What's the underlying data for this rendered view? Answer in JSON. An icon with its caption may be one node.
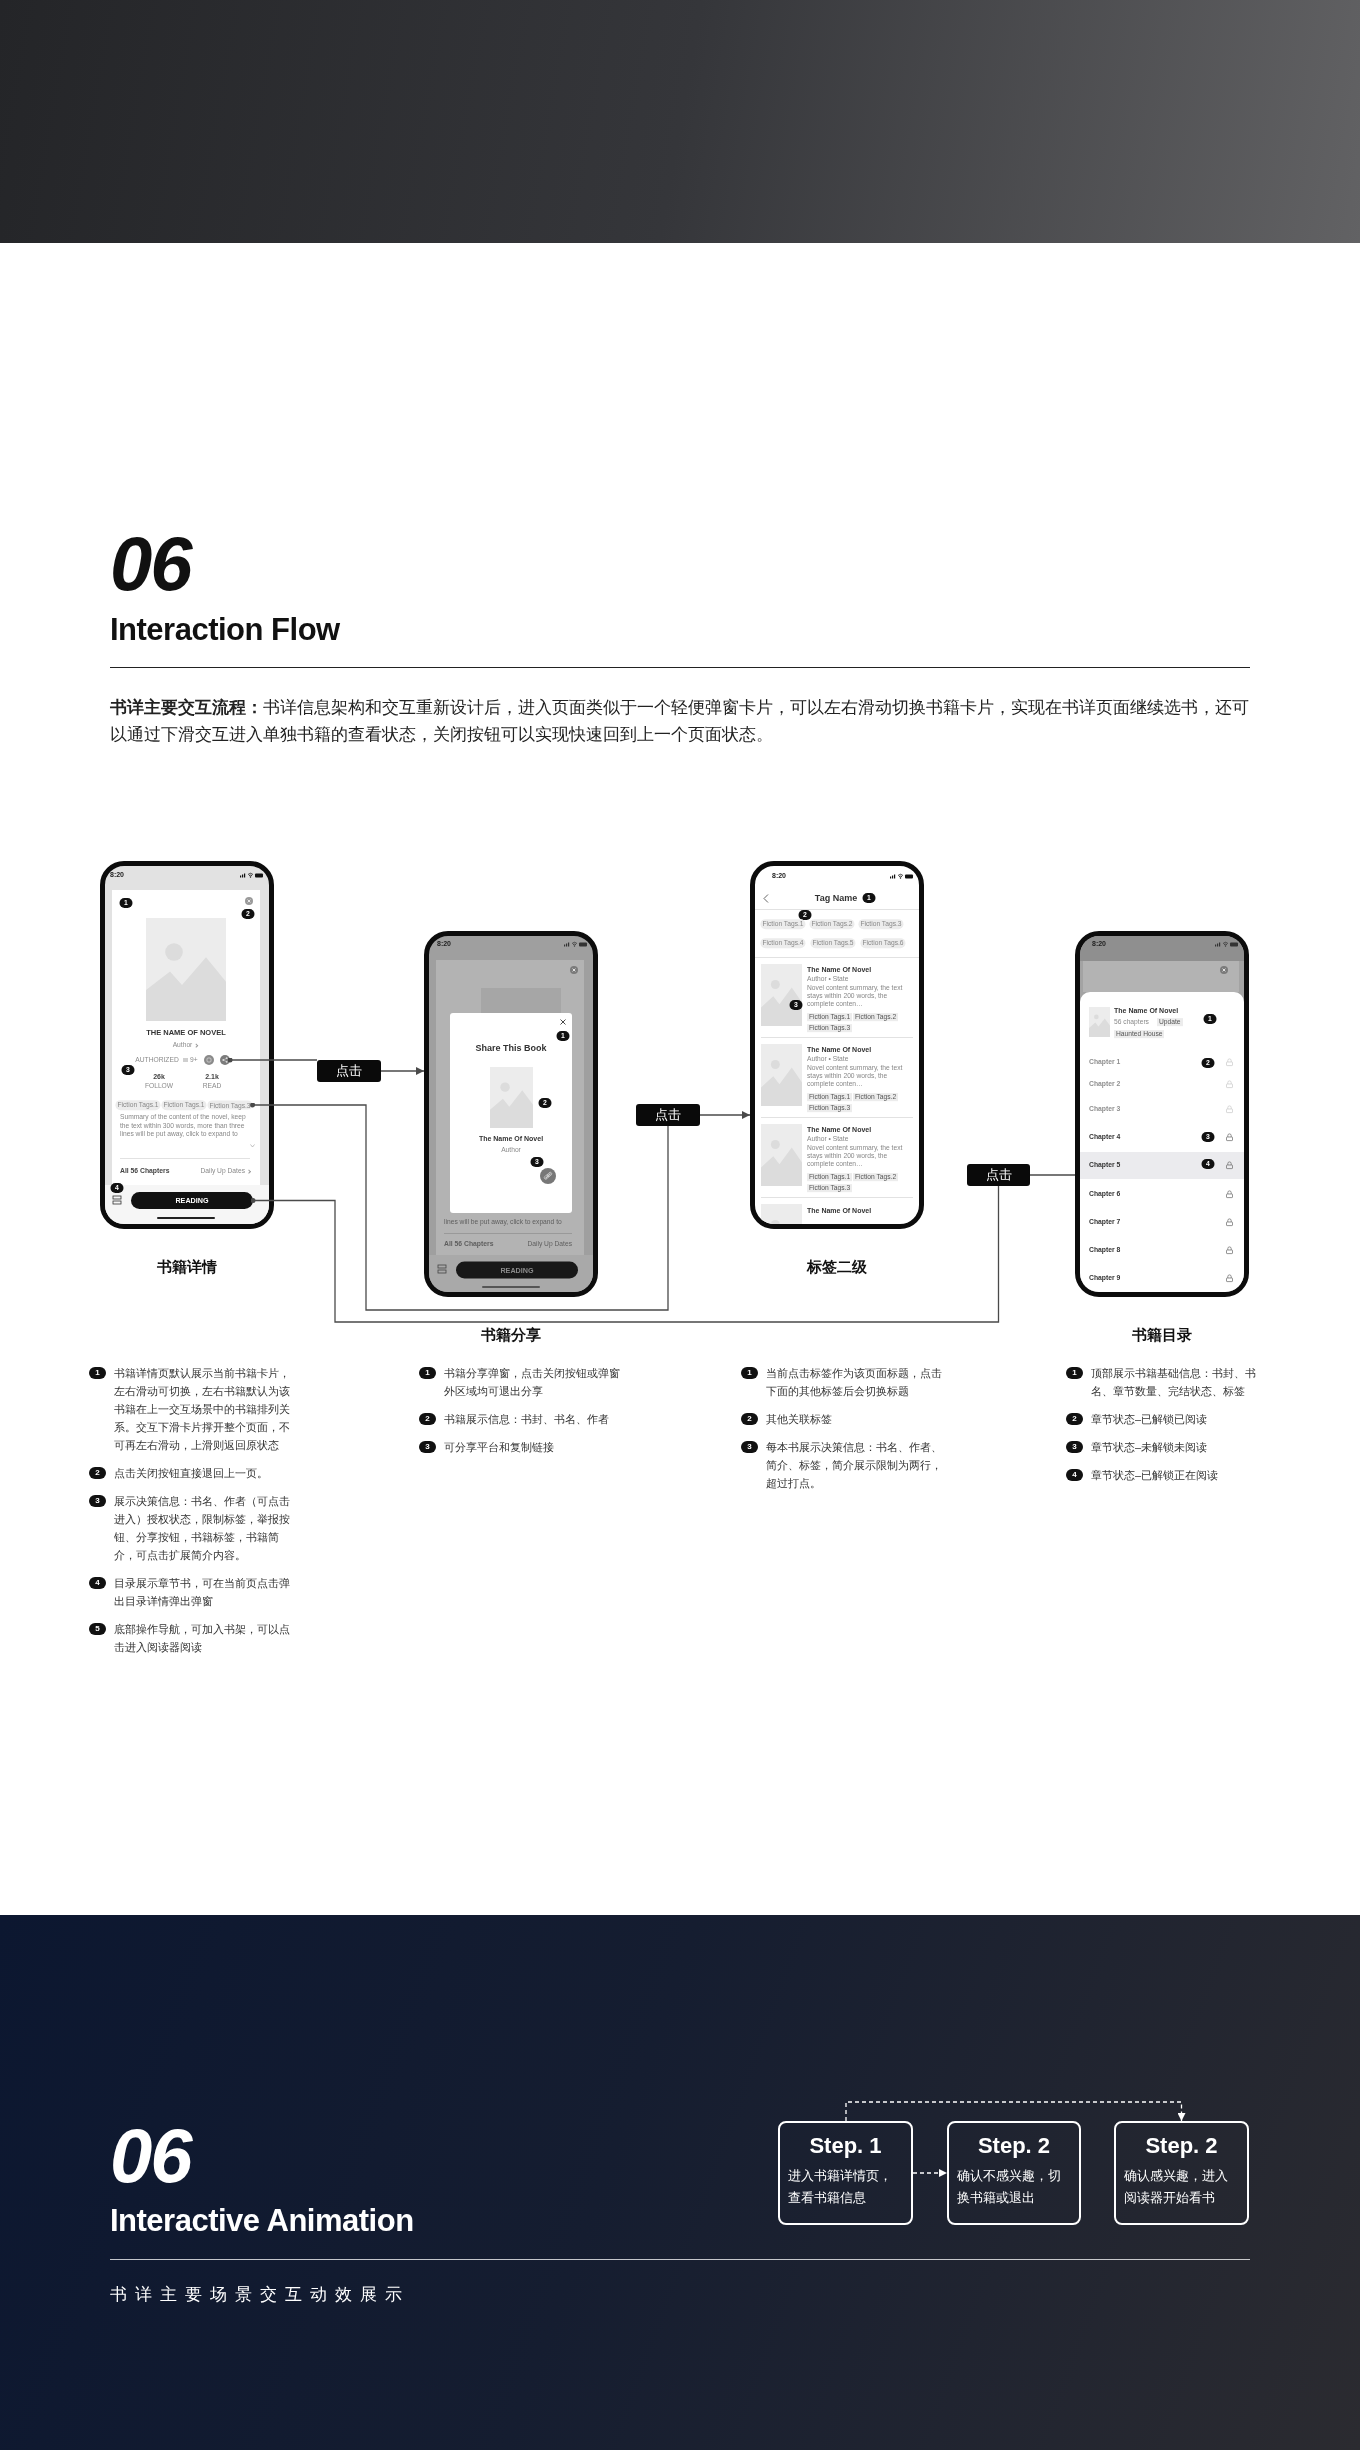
{
  "diagram": {
    "nodes": [
      {
        "text": [
          "8:20",
          "1",
          "2",
          "THE NAME OF NOVEL",
          "Author",
          "AUTHORIZED",
          "9+",
          "3",
          "26k",
          "FOLLOW",
          "2.1k",
          "READ",
          "Fiction Tags.1",
          "Fiction Tags.1",
          "Summary of the content of the novel, keep the text within 300 words, more than three lines will be put away, click to expand to",
          "All 56 Chapters",
          "Daily Up Dates",
          "4"
        ],
        "beside": [
          "书籍详情"
        ]
      },
      {
        "text": [],
        "shape": "circle",
        "in": 0
      },
      {
        "text": [
          "Fiction Tags.3"
        ],
        "in": 0
      },
      {
        "text": [
          "READING"
        ],
        "in": 0
      },
      {
        "text": [
          "点击"
        ]
      },
      {
        "text": [
          "8:20",
          "lines will be put away, click to expand to",
          "All 56 Chapters",
          "Daily Up Dates",
          "READING"
        ],
        "beside": [
          "书籍分享"
        ]
      },
      {
        "text": [
          "1",
          "Share This Book",
          "2",
          "The Name Of Novel",
          "Author",
          "3"
        ],
        "in": 5
      },
      {
        "text": [
          "点击"
        ]
      },
      {
        "text": [
          "8:20",
          "Tag Name",
          "1",
          "2",
          "Fiction Tags.1",
          "Fiction Tags.2",
          "Fiction Tags.3",
          "Fiction Tags.4",
          "Fiction Tags.5",
          "Fiction Tags.6",
          "The Name Of Novel",
          "Author • State",
          "Novel content summary, the text stays within 200 words, the complete conten…",
          "Fiction Tags.1",
          "Fiction Tags.2",
          "Fiction Tags.3",
          "3",
          "The Name Of Novel",
          "Author • State",
          "Novel content summary, the text stays within 200 words, the complete conten…",
          "Fiction Tags.1",
          "Fiction Tags.2",
          "Fiction Tags.3",
          "The Name Of Novel",
          "Author • State",
          "Novel content summary, the text stays within 200 words, the complete conten…",
          "Fiction Tags.1",
          "Fiction Tags.2",
          "Fiction Tags.3",
          "The Name Of Novel"
        ],
        "beside": [
          "标签二级"
        ]
      },
      {
        "text": [
          "点击"
        ]
      },
      {
        "text": [
          "8:20",
          "The Name Of Novel",
          "56 chapters",
          "Update",
          "Haunted House",
          "1",
          "Chapter 1",
          "Chapter 2",
          "Chapter 3",
          "Chapter 4",
          "Chapter 5",
          "Chapter 6",
          "Chapter 7",
          "Chapter 8",
          "Chapter 9",
          "2",
          "3",
          "4"
        ],
        "beside": [
          "书籍目录"
        ]
      },
      {
        "text": [
          "Step. 1",
          "进入书籍详情页，查看书籍信息"
        ]
      },
      {
        "text": [
          "Step. 2",
          "确认不感兴趣，切换书籍或退出"
        ]
      },
      {
        "text": [
          "Step. 2",
          "确认感兴趣，进入阅读器开始看书"
        ]
      }
    ],
    "edges": [
      {
        "from": 1,
        "to": 4,
        "arrow": "other"
      },
      {
        "from": 4,
        "to": 5,
        "arrow": "to"
      },
      {
        "from": 2,
        "to": 7,
        "arrow": "other"
      },
      {
        "from": 7,
        "to": 8,
        "arrow": "to"
      },
      {
        "from": 3,
        "to": 9,
        "arrow": "other"
      },
      {
        "from": 9,
        "to": 10,
        "arrow": "none"
      },
      {
        "from": 11,
        "to": 12,
        "arrow": "to",
        "style": "dashed",
        "color": "#ffffff"
      },
      {
        "from": 11,
        "to": 13,
        "arrow": "to",
        "style": "dashed",
        "color": "#ffffff"
      }
    ],
    "labels": [
      "06",
      "Interaction Flow",
      "**书详主要交互流程：**书详信息架构和交互重新设计后，进入页面类似于一个轻便弹窗卡片，可以左右滑动切换书籍卡片，实现在书详页面继续选书，还可以通过下滑交互进入单独书籍的查看状态，关闭按钮可以实现快速回到上一个页面状态。",
      "1",
      "书籍详情页默认展示当前书籍卡片，左右滑动可切换，左右书籍默认为该书籍在上一交互场景中的书籍排列关系。交互下滑卡片撑开整个页面，不可再左右滑动，上滑则返回原状态",
      "2",
      "点击关闭按钮直接退回上一页。",
      "3",
      "展示决策信息：书名、作者（可点击进入）授权状态，限制标签，举报按钮、分享按钮，书籍标签，书籍简介，可点击扩展简介内容。",
      "4",
      "目录展示章节书，可在当前页点击弹出目录详情弹出弹窗",
      "5",
      "底部操作导航，可加入书架，可以点击进入阅读器阅读",
      "1",
      "书籍分享弹窗，点击关闭按钮或弹窗外区域均可退出分享",
      "2",
      "书籍展示信息：书封、书名、作者",
      "3",
      "可分享平台和复制链接",
      "1",
      "当前点击标签作为该页面标题，点击下面的其他标签后会切换标题",
      "2",
      "其他关联标签",
      "3",
      "每本书展示决策信息：书名、作者、简介、标签，简介展示限制为两行，超过打点。",
      "1",
      "顶部展示书籍基础信息：书封、书名、章节数量、完结状态、标签",
      "2",
      "章节状态–已解锁已阅读",
      "3",
      "章节状态–未解锁未阅读",
      "4",
      "章节状态–已解锁正在阅读",
      "06",
      "Interactive Animation",
      "书详主要场景交互动效展示"
    ]
  }
}
